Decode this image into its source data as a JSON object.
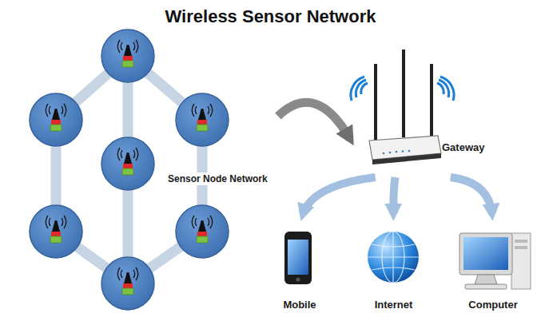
{
  "diagram": {
    "title": "Wireless Sensor Network",
    "nodes": [
      {
        "text": [
          "Sensor Node Network"
        ]
      },
      {
        "text": [
          "Gateway"
        ]
      },
      {
        "text": [
          "Mobile"
        ]
      },
      {
        "text": [
          "Internet"
        ]
      },
      {
        "text": [
          "Computer"
        ]
      }
    ],
    "edges": [
      {
        "from": 0,
        "to": 1,
        "arrow": "to"
      },
      {
        "from": 1,
        "to": 2,
        "arrow": "to"
      },
      {
        "from": 1,
        "to": 3,
        "arrow": "to"
      },
      {
        "from": 1,
        "to": 4,
        "arrow": "to"
      }
    ]
  }
}
